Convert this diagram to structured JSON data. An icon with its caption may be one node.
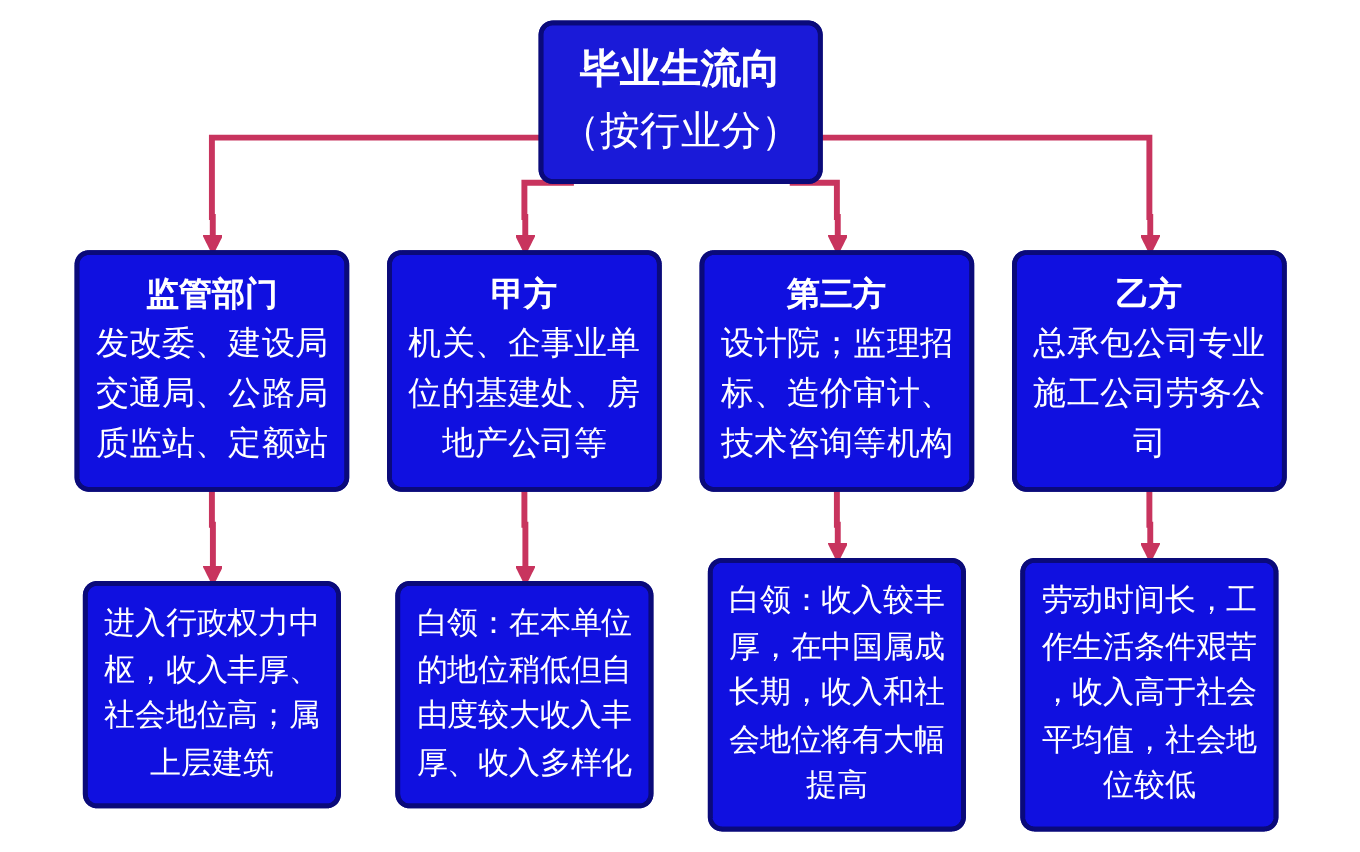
{
  "diagram": {
    "nodes": [
      {
        "text": [
          "毕业生流向",
          "（按行业分）"
        ]
      },
      {
        "text": [
          "监管部门",
          "发改委、建设局交通局、公路局质监站、定额站"
        ]
      },
      {
        "text": [
          "甲方",
          "机关、企事业单位的基建处、房地产公司等"
        ]
      },
      {
        "text": [
          "第三方",
          "设计院；监理招标、造价审计、技术咨询等机构"
        ]
      },
      {
        "text": [
          "乙方",
          "总承包公司专业施工公司劳务公司"
        ]
      },
      {
        "text": [
          "进入行政权力中枢，收入丰厚、社会地位高；属上层建筑"
        ]
      },
      {
        "text": [
          "白领：在本单位的地位稍低但自由度较大收入丰厚、收入多样化"
        ]
      },
      {
        "text": [
          "白领：收入较丰厚，在中国属成长期，收入和社会地位将有大幅提高"
        ]
      },
      {
        "text": [
          "劳动时间长，工作生活条件艰苦，收入高于社会平均值，社会地位较低"
        ]
      }
    ],
    "edges": [
      {
        "from": 0,
        "to": 1,
        "arrow": "to"
      },
      {
        "from": 0,
        "to": 2,
        "arrow": "to"
      },
      {
        "from": 0,
        "to": 3,
        "arrow": "to"
      },
      {
        "from": 0,
        "to": 4,
        "arrow": "to"
      },
      {
        "from": 1,
        "to": 5,
        "arrow": "to"
      },
      {
        "from": 2,
        "to": 6,
        "arrow": "to"
      },
      {
        "from": 3,
        "to": 7,
        "arrow": "to"
      },
      {
        "from": 4,
        "to": 8,
        "arrow": "to"
      }
    ]
  }
}
